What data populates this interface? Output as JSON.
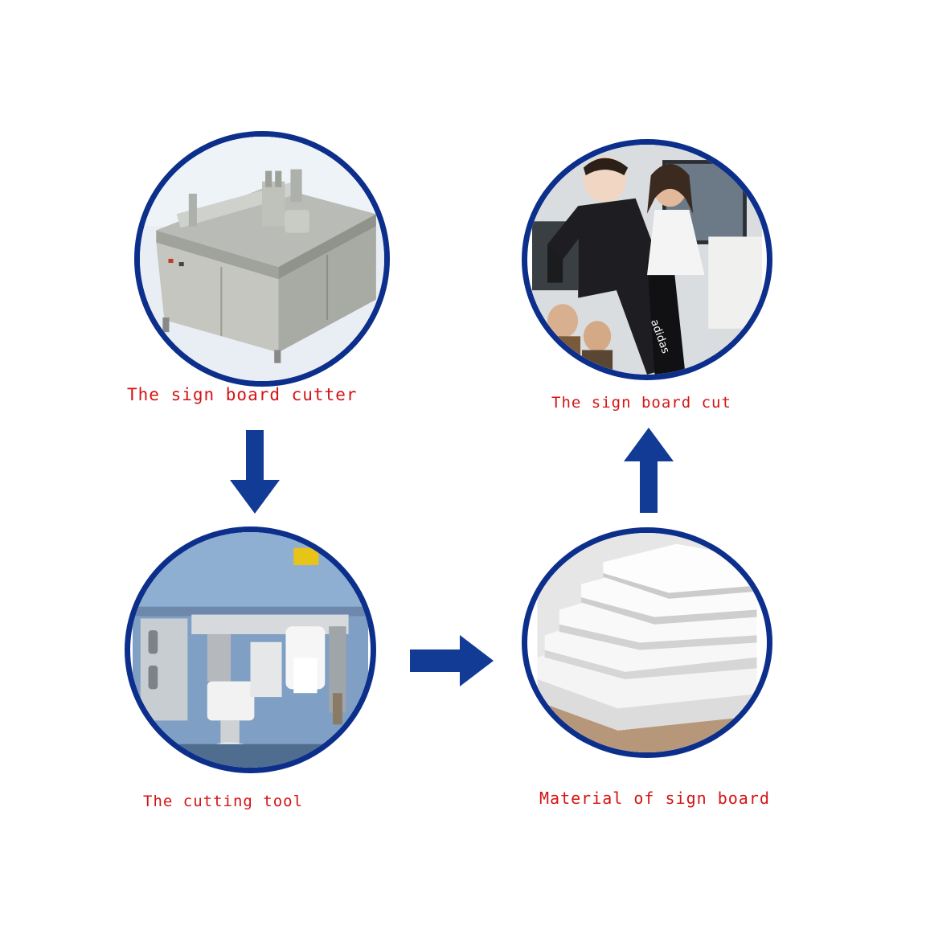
{
  "colors": {
    "ring": "#0d2f8c",
    "arrow": "#123b96",
    "label": "#d41414",
    "background": "#ffffff"
  },
  "nodes": [
    {
      "id": "cutter",
      "label": "The sign board cutter",
      "icon": "cutting-machine-photo"
    },
    {
      "id": "cut",
      "label": "The sign board cut",
      "icon": "cutout-standee-photo"
    },
    {
      "id": "tool",
      "label": "The cutting tool",
      "icon": "cutting-tool-head-photo"
    },
    {
      "id": "material",
      "label": "Material of sign board",
      "icon": "foam-board-stack-photo"
    }
  ],
  "arrows": [
    {
      "from": "cutter",
      "to": "tool",
      "direction": "down"
    },
    {
      "from": "tool",
      "to": "material",
      "direction": "right"
    },
    {
      "from": "material",
      "to": "cut",
      "direction": "up"
    }
  ]
}
